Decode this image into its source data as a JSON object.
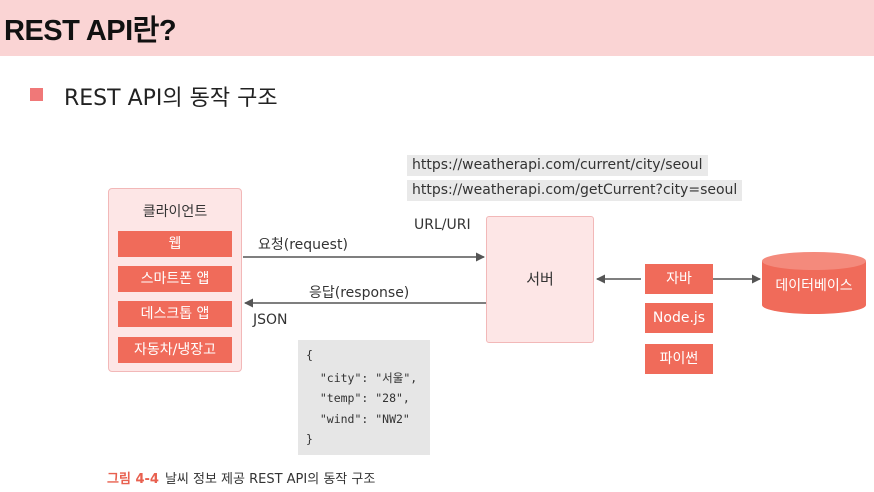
{
  "header": {
    "title": "REST API란?",
    "subtitle": "REST API의 동작 구조"
  },
  "urls": [
    "https://weatherapi.com/current/city/seoul",
    "https://weatherapi.com/getCurrent?city=seoul"
  ],
  "client": {
    "title": "클라이언트",
    "items": [
      "웹",
      "스마트폰 앱",
      "데스크톱 앱",
      "자동차/냉장고"
    ]
  },
  "server": {
    "label": "서버"
  },
  "languages": [
    "자바",
    "Node.js",
    "파이썬"
  ],
  "database": {
    "label": "데이터베이스"
  },
  "labels": {
    "url_uri": "URL/URI",
    "request": "요청(request)",
    "response": "응답(response)",
    "json": "JSON"
  },
  "json_example": [
    "{",
    "  \"city\": \"서울\",",
    "  \"temp\": \"28\",",
    "  \"wind\": \"NW2\"",
    "}"
  ],
  "caption": {
    "number": "그림 4-4",
    "text": "날씨 정보 제공 REST API의 동작 구조"
  },
  "colors": {
    "accent": "#f06b5a",
    "header_bg": "#fad4d4",
    "box_bg": "#fde6e6",
    "url_bg": "#e9e9e9",
    "json_bg": "#e6e6e6"
  }
}
